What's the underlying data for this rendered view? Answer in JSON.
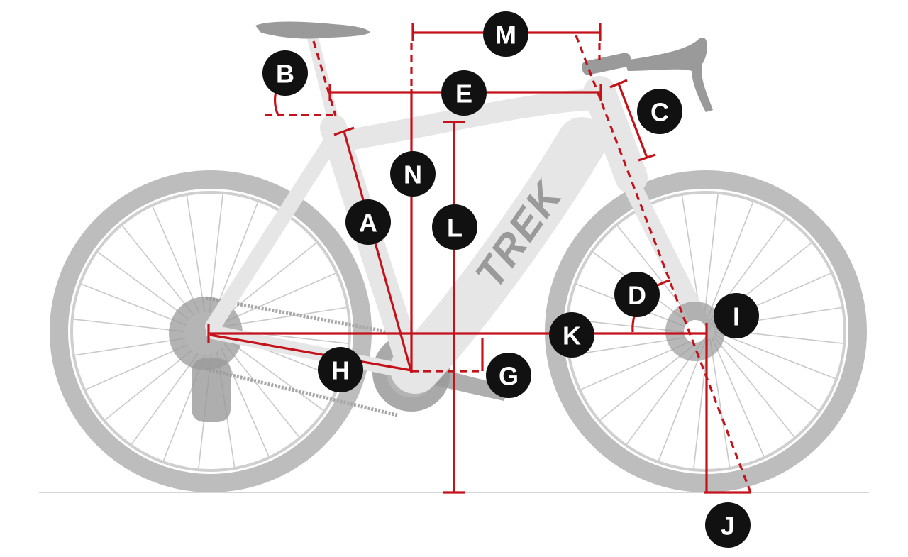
{
  "brand": "TREK",
  "labels": {
    "A": "A",
    "B": "B",
    "C": "C",
    "D": "D",
    "E": "E",
    "G": "G",
    "H": "H",
    "I": "I",
    "J": "J",
    "K": "K",
    "L": "L",
    "M": "M",
    "N": "N"
  },
  "colors": {
    "measure": "#c4121a",
    "badge": "#111111",
    "bike": "#bdbdbd"
  }
}
